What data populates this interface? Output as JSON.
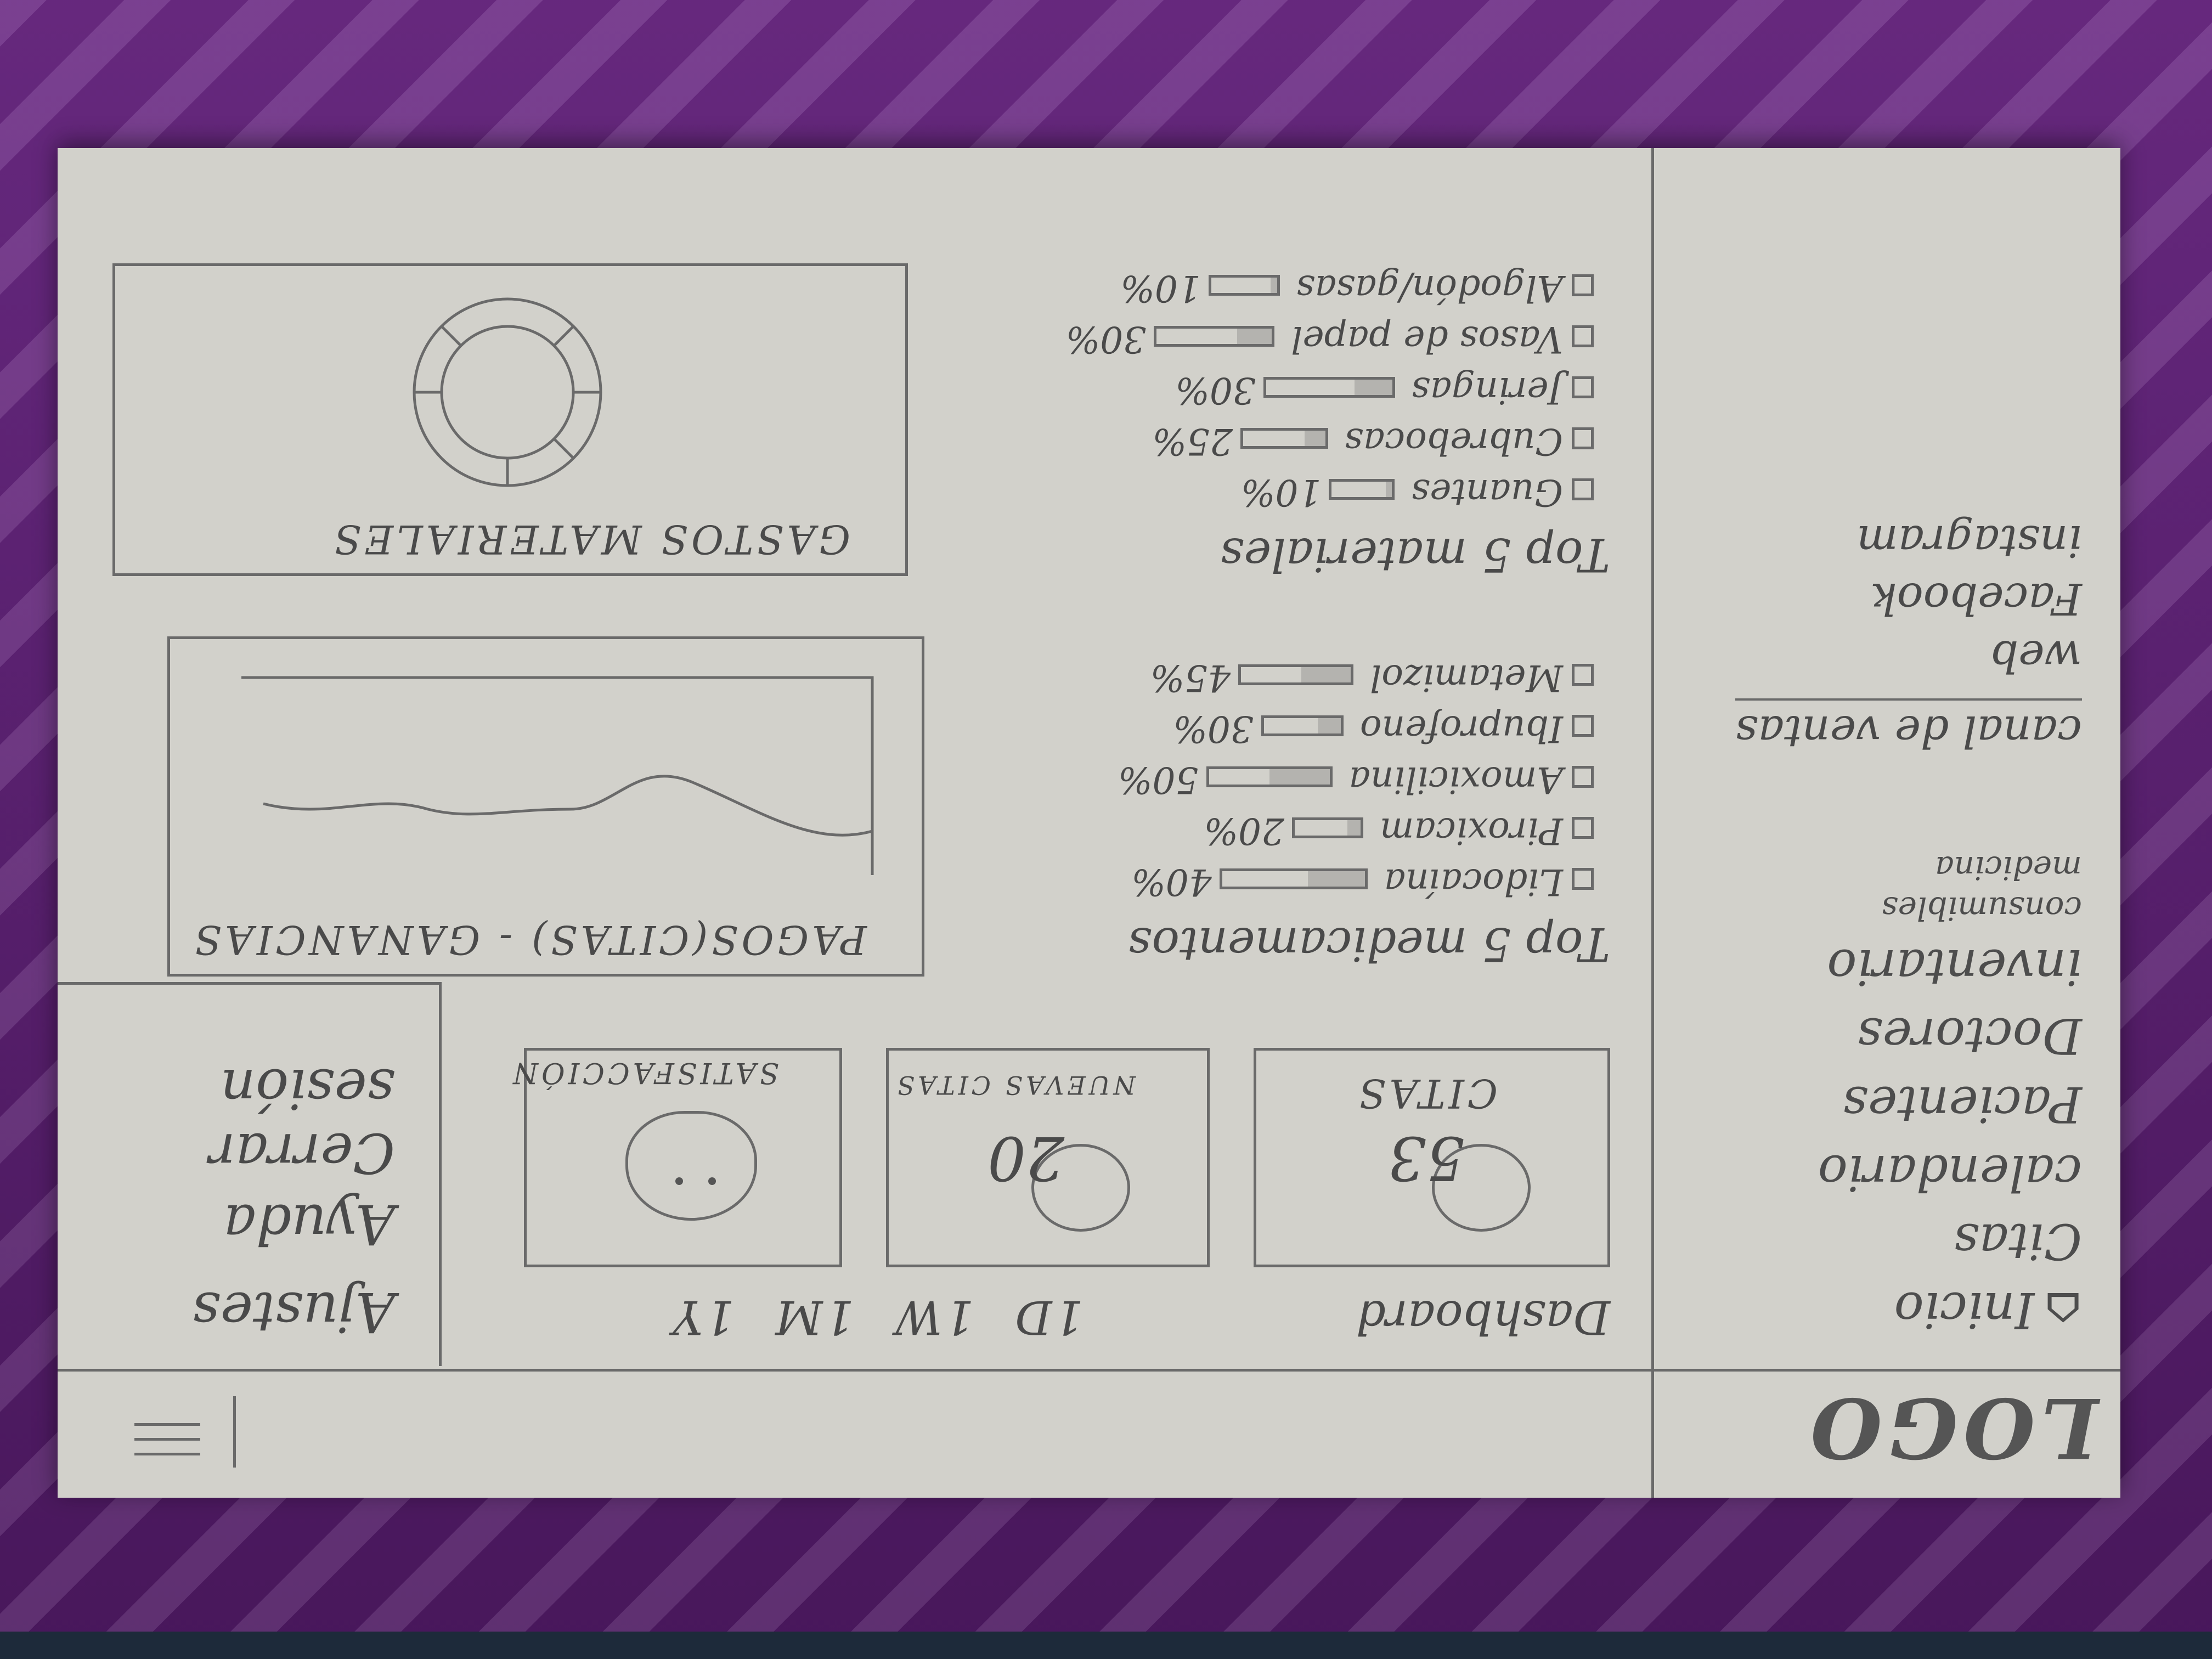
{
  "header": {
    "logo": "LOGO"
  },
  "sidebar": {
    "items": [
      {
        "label": "Inicio",
        "icon": "home-icon"
      },
      {
        "label": "Citas"
      },
      {
        "label": "calendario"
      },
      {
        "label": "Pacientes"
      },
      {
        "label": "Doctores"
      },
      {
        "label": "inventario"
      },
      {
        "label": "consumibles"
      },
      {
        "label": "medicina"
      }
    ],
    "sales_channel": {
      "title": "canal de ventas",
      "items": [
        "web",
        "Facebook",
        "instagram"
      ]
    }
  },
  "main": {
    "title": "Dashboard",
    "ranges": [
      "1D",
      "1W",
      "1M",
      "1Y"
    ],
    "kpis": [
      {
        "value": "53",
        "label": "CITAS"
      },
      {
        "value": "20",
        "label": "NUEVAS CITAS"
      },
      {
        "label": "SATISFACCIÓN"
      }
    ],
    "user_menu": [
      "Ajustes",
      "Ayuda",
      "Cerrar sesión"
    ],
    "top_meds": {
      "title": "Top 5 medicamentos",
      "items": [
        {
          "name": "Lidocaína",
          "pct": "40%",
          "value": 40
        },
        {
          "name": "Piroxicam",
          "pct": "20%",
          "value": 20
        },
        {
          "name": "Amoxicilina",
          "pct": "50%",
          "value": 50
        },
        {
          "name": "Ibuprofeno",
          "pct": "30%",
          "value": 30
        },
        {
          "name": "Metamizol",
          "pct": "45%",
          "value": 45
        }
      ]
    },
    "top_materials": {
      "title": "Top 5 materiales",
      "items": [
        {
          "name": "Guantes",
          "pct": "10%",
          "value": 10
        },
        {
          "name": "Cubrebocas",
          "pct": "25%",
          "value": 25
        },
        {
          "name": "Jeringas",
          "pct": "30%",
          "value": 30
        },
        {
          "name": "Vasos de papel",
          "pct": "30%",
          "value": 30
        },
        {
          "name": "Algodón/gasas",
          "pct": "10%",
          "value": 10
        }
      ]
    },
    "chart_panel": {
      "title": "PAGOS(CITAS) - GANANCIAS"
    },
    "donut_panel": {
      "title": "GASTOS MATERIALES"
    }
  },
  "colors": {
    "paper": "#d2d1cb",
    "pencil": "#6a6a6a",
    "backdrop": "#5a1f6e"
  }
}
